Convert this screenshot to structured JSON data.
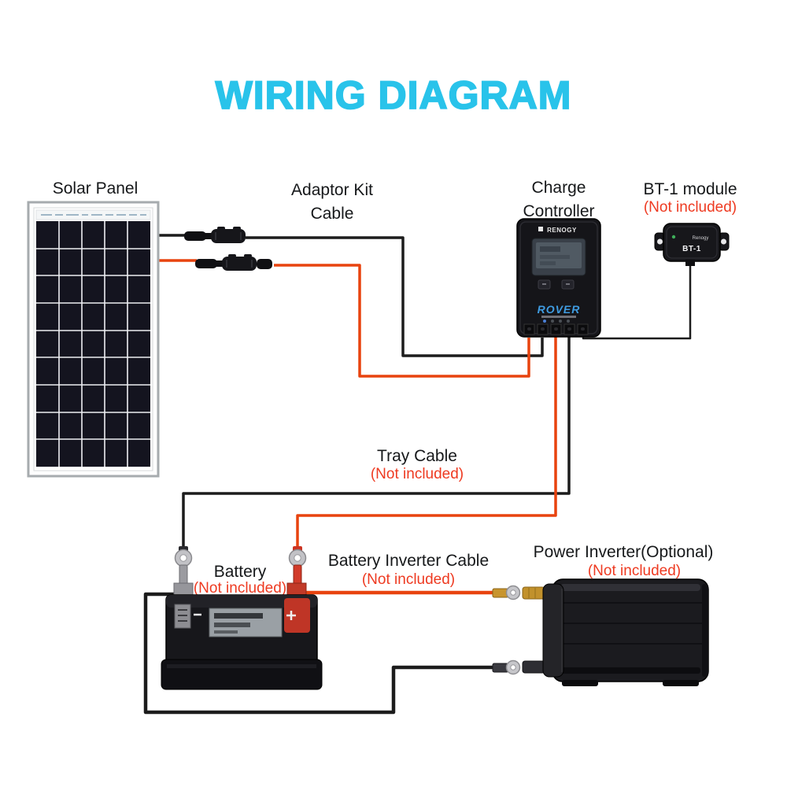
{
  "title": "WIRING DIAGRAM",
  "colors": {
    "title": "#29c3ea",
    "not_included": "#ee3a21",
    "wire_red": "#e8430f",
    "wire_black": "#1c1c1c",
    "rover_blue": "#3f9be0"
  },
  "labels": {
    "solar_panel": "Solar Panel",
    "adaptor_kit_line1": "Adaptor Kit",
    "adaptor_kit_line2": "Cable",
    "charge_line1": "Charge",
    "charge_line2": "Controller",
    "bt1_module": "BT-1 module",
    "bt1_note": "(Not included)",
    "tray_cable": "Tray Cable",
    "tray_cable_note": "(Not included)",
    "battery": "Battery",
    "battery_note": "(Not included)",
    "battery_inverter_cable": "Battery Inverter Cable",
    "battery_inverter_cable_note": "(Not included)",
    "power_inverter": "Power Inverter(Optional)",
    "power_inverter_note": "(Not included)"
  },
  "devices": {
    "controller_brand": "RENOGY",
    "controller_model": "ROVER",
    "bt1_brand": "Renogy",
    "bt1_label": "BT-1"
  }
}
